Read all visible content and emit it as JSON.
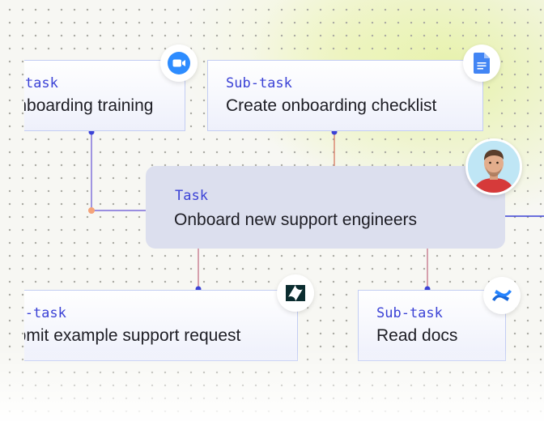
{
  "colors": {
    "label_blue": "#3b42d6",
    "connector_blue": "#3b42d6",
    "connector_orange": "#f4a37a",
    "card_border": "#c3cdf3",
    "task_bg": "#dcdfee",
    "accent_yellow": "#e2f096"
  },
  "main_task": {
    "label": "Task",
    "title": "Onboard new support engineers"
  },
  "subtasks": [
    {
      "label": "Sub-task",
      "title": "Onboarding training",
      "icon": "zoom-icon"
    },
    {
      "label": "Sub-task",
      "title": "Create onboarding checklist",
      "icon": "google-docs-icon"
    },
    {
      "label": "Sub-task",
      "title": "Submit example support request",
      "icon": "zendesk-icon"
    },
    {
      "label": "Sub-task",
      "title": "Read docs",
      "icon": "confluence-icon"
    }
  ],
  "assignee": {
    "icon": "user-avatar"
  }
}
